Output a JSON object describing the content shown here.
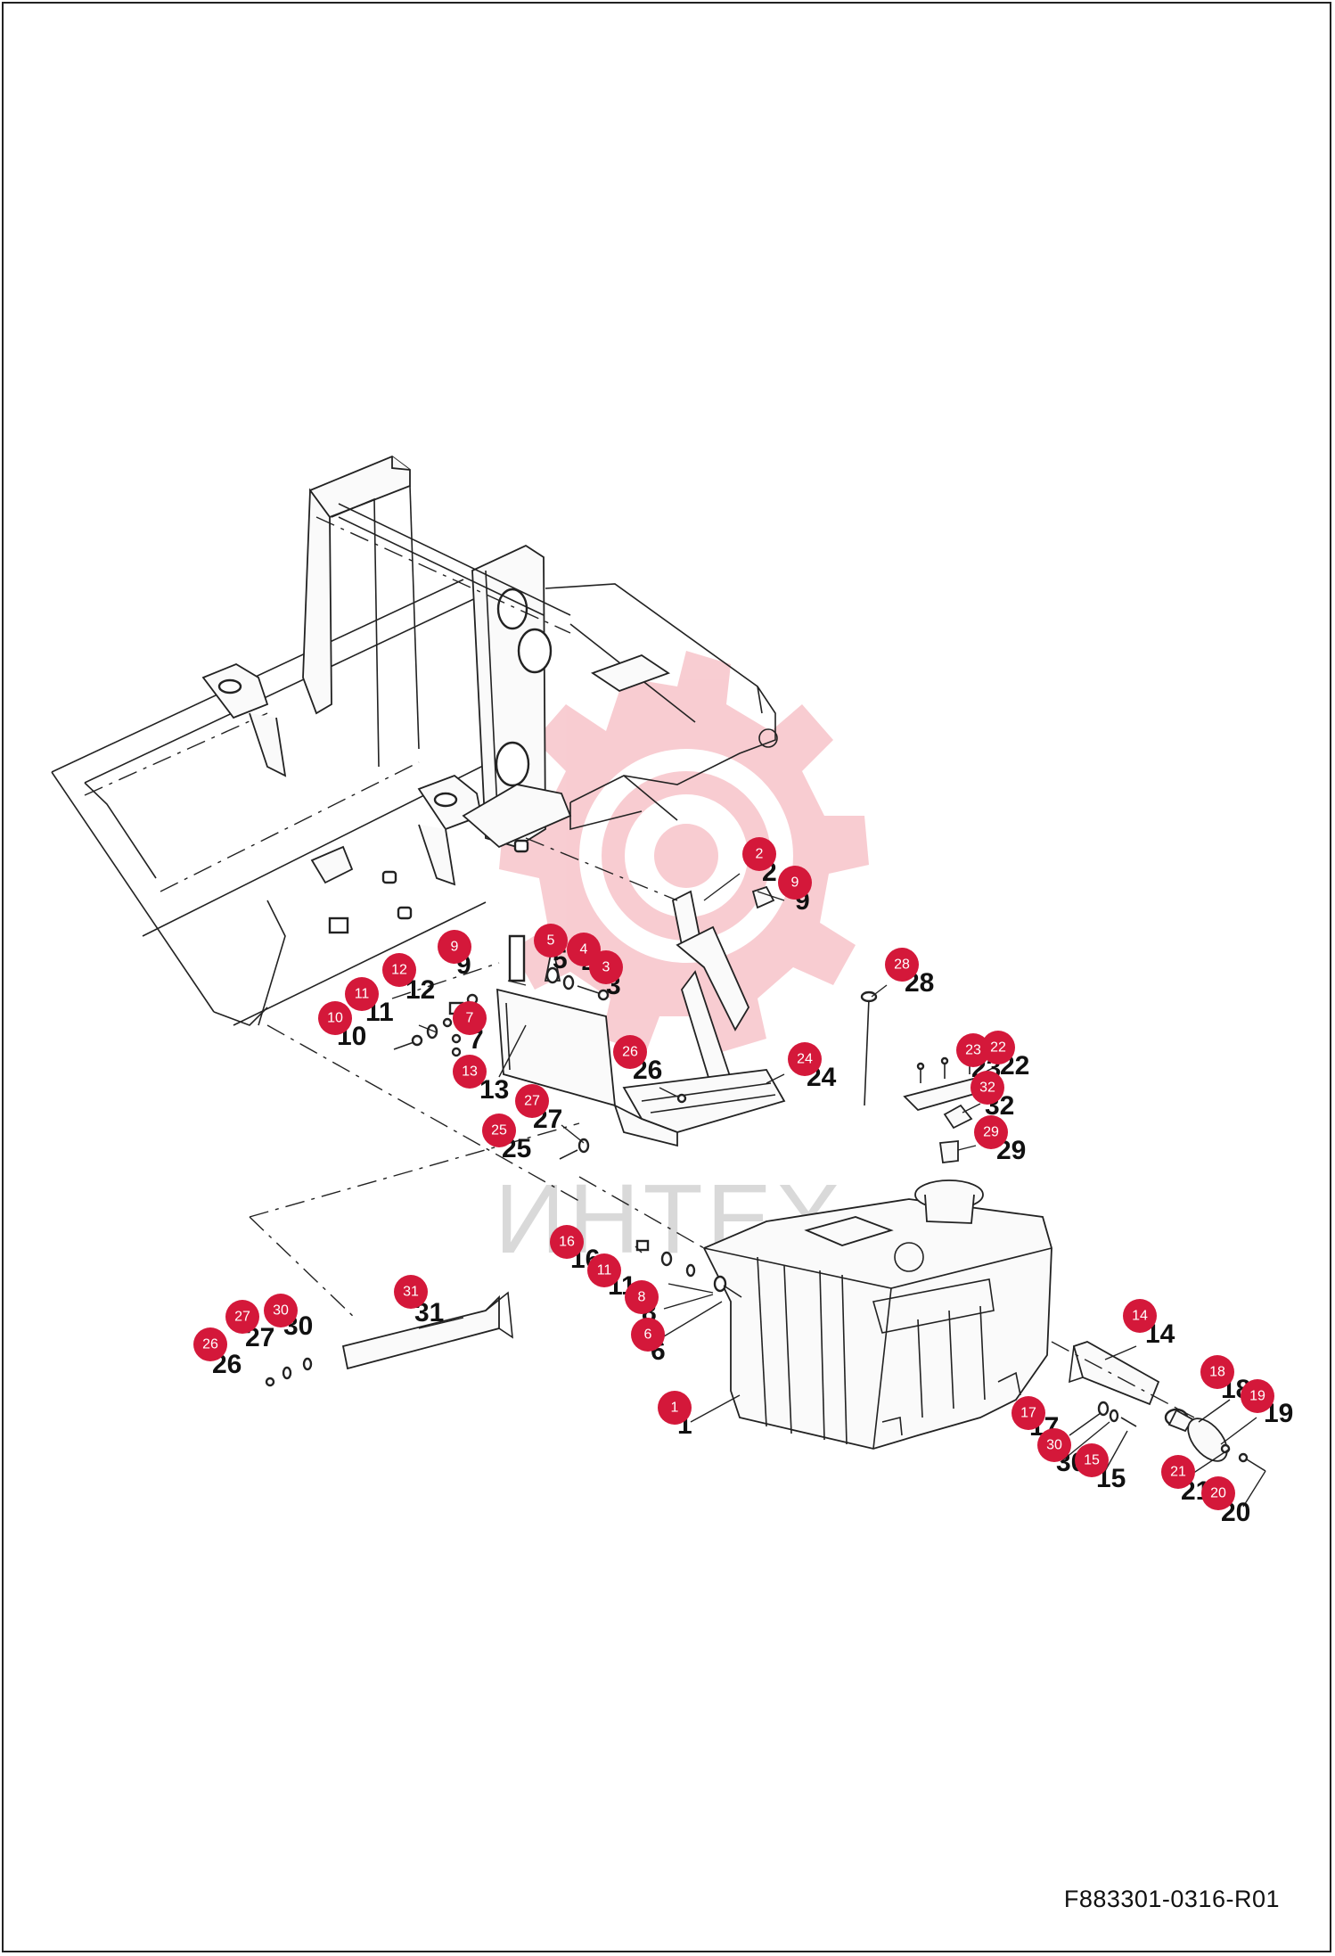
{
  "drawing_code": "F883301-0316-R01",
  "watermark": {
    "text": "ИНТЕХ",
    "color": "#f3a4ad"
  },
  "accent_color": "#d4183a",
  "parts": [
    {
      "id": "p2",
      "badge": "2",
      "label": "2"
    },
    {
      "id": "p9a",
      "badge": "9",
      "label": "9"
    },
    {
      "id": "p28",
      "badge": "28",
      "label": "28"
    },
    {
      "id": "p9b",
      "badge": "9",
      "label": "9"
    },
    {
      "id": "p5",
      "badge": "5",
      "label": "5"
    },
    {
      "id": "p4",
      "badge": "4",
      "label": "4"
    },
    {
      "id": "p3",
      "badge": "3",
      "label": "3"
    },
    {
      "id": "p12",
      "badge": "12",
      "label": "12"
    },
    {
      "id": "p11a",
      "badge": "11",
      "label": "11"
    },
    {
      "id": "p10",
      "badge": "10",
      "label": "10"
    },
    {
      "id": "p7a",
      "badge": "7",
      "label": "7"
    },
    {
      "id": "p13",
      "badge": "13",
      "label": "13"
    },
    {
      "id": "p26a",
      "badge": "26",
      "label": "26"
    },
    {
      "id": "p24",
      "badge": "24",
      "label": "24"
    },
    {
      "id": "p23",
      "badge": "23",
      "label": "23"
    },
    {
      "id": "p22",
      "badge": "22",
      "label": "22"
    },
    {
      "id": "p32",
      "badge": "32",
      "label": "32"
    },
    {
      "id": "p27a",
      "badge": "27",
      "label": "27"
    },
    {
      "id": "p25",
      "badge": "25",
      "label": "25"
    },
    {
      "id": "p29",
      "badge": "29",
      "label": "29"
    },
    {
      "id": "p16",
      "badge": "16",
      "label": "16"
    },
    {
      "id": "p11b",
      "badge": "11",
      "label": "11"
    },
    {
      "id": "p8",
      "badge": "8",
      "label": "8"
    },
    {
      "id": "p6",
      "badge": "6",
      "label": "6"
    },
    {
      "id": "p31",
      "badge": "31",
      "label": "31"
    },
    {
      "id": "p27b",
      "badge": "27",
      "label": "27"
    },
    {
      "id": "p30a",
      "badge": "30",
      "label": "30"
    },
    {
      "id": "p26b",
      "badge": "26",
      "label": "26"
    },
    {
      "id": "p14",
      "badge": "14",
      "label": "14"
    },
    {
      "id": "p18",
      "badge": "18",
      "label": "18"
    },
    {
      "id": "p19",
      "badge": "19",
      "label": "19"
    },
    {
      "id": "p17",
      "badge": "17",
      "label": "17"
    },
    {
      "id": "p30b",
      "badge": "30",
      "label": "30"
    },
    {
      "id": "p15",
      "badge": "15",
      "label": "15"
    },
    {
      "id": "p21",
      "badge": "21",
      "label": "21"
    },
    {
      "id": "p20",
      "badge": "20",
      "label": "20"
    },
    {
      "id": "p1",
      "badge": "1",
      "label": "1"
    }
  ]
}
